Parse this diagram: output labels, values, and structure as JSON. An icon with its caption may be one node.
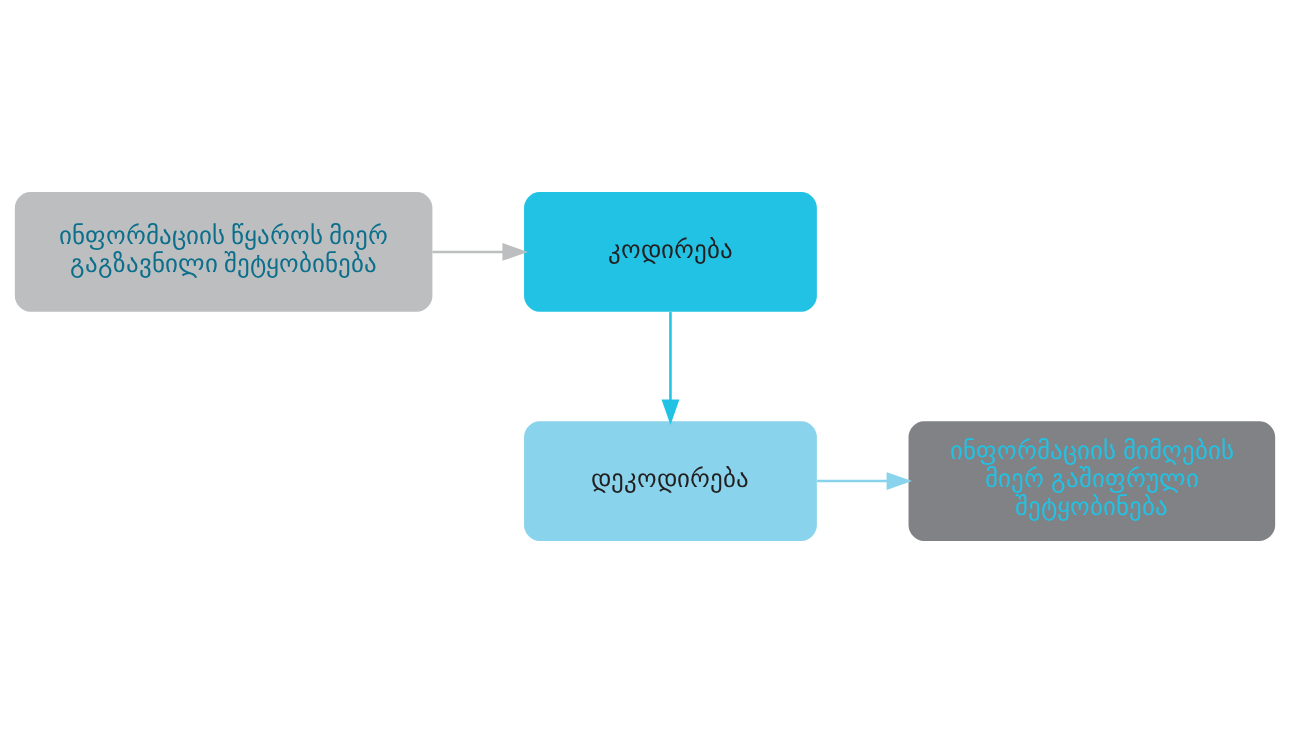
{
  "diagram": {
    "nodes": [
      {
        "text": [
          "ინფორმაციის წყაროს მიერ გაგზავნილი შეტყობინება"
        ]
      },
      {
        "text": [
          "კოდირება"
        ]
      },
      {
        "text": [
          "დეკოდირება"
        ]
      },
      {
        "text": [
          "ინფორმაციის მიმღების მიერ გაშიფრული შეტყობინება"
        ]
      }
    ],
    "edges": [
      {
        "from": 0,
        "to": 1,
        "arrow": "to",
        "color": "#bcbec0"
      },
      {
        "from": 1,
        "to": 2,
        "arrow": "to",
        "color": "#22c2e4"
      },
      {
        "from": 2,
        "to": 3,
        "arrow": "to",
        "color": "#89d4ec"
      }
    ]
  }
}
